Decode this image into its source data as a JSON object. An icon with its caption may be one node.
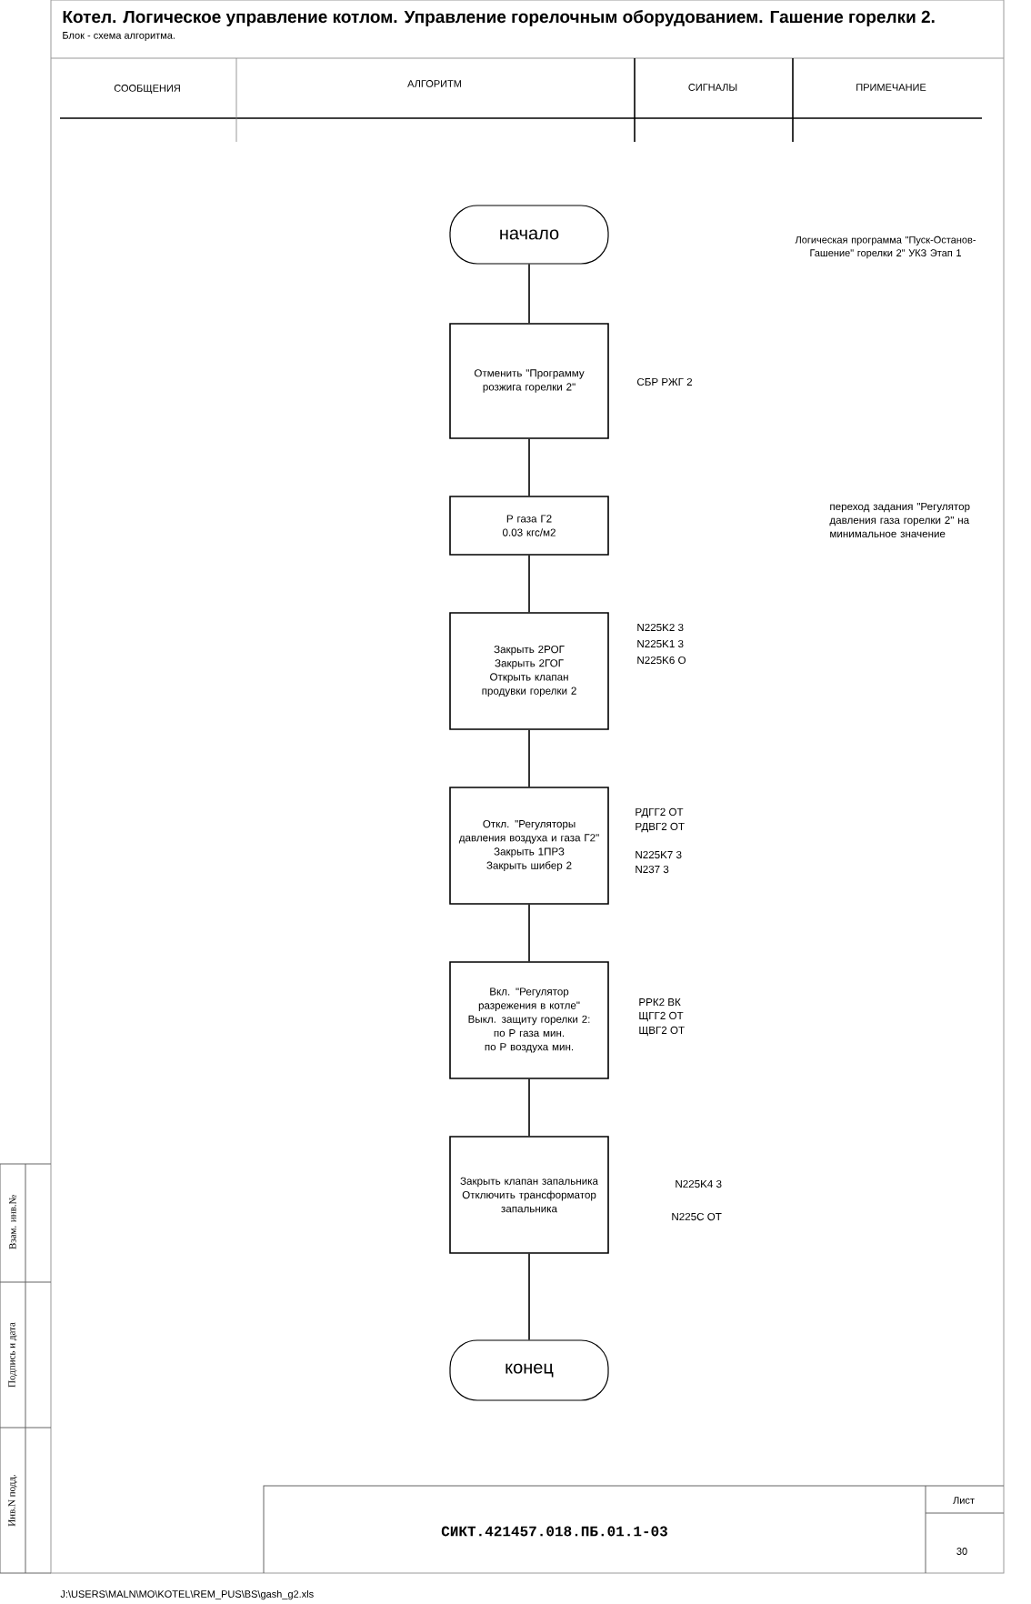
{
  "diagram": {
    "title": "Котел. Логическое управление котлом. Управление горелочным оборудованием.  Гашение горелки 2.",
    "nodes": [
      {
        "text": [
          "начало"
        ]
      },
      {
        "text": [
          "Отменить \"Программу розжига горелки 2\""
        ]
      },
      {
        "text": [
          "Р газа Г2",
          "0.03 кгс/м2"
        ]
      },
      {
        "text": [
          "Закрыть 2РОГ",
          "Закрыть 2ГОГ",
          "Открыть клапан продувки горелки 2"
        ]
      },
      {
        "text": [
          "Откл. \"Регуляторы давления воздуха и газа Г2\"",
          "Закрыть 1ПРЗ",
          "Закрыть шибер 2"
        ]
      },
      {
        "text": [
          "Вкл. \"Регулятор разрежения в котле\"",
          "Выкл. защиту горелки 2:",
          "по Р газа мин.",
          "по Р воздуха мин."
        ]
      },
      {
        "text": [
          "Закрыть клапан запальника",
          "Отключить трансформатор запальника"
        ]
      },
      {
        "text": [
          "конец"
        ]
      }
    ],
    "edges": [
      {
        "from": 0,
        "to": 1,
        "arrow": "none"
      },
      {
        "from": 1,
        "to": 2,
        "arrow": "none"
      },
      {
        "from": 2,
        "to": 3,
        "arrow": "none"
      },
      {
        "from": 3,
        "to": 4,
        "arrow": "none"
      },
      {
        "from": 4,
        "to": 5,
        "arrow": "none"
      },
      {
        "from": 5,
        "to": 6,
        "arrow": "none"
      },
      {
        "from": 6,
        "to": 7,
        "arrow": "none"
      }
    ],
    "labels": [
      "Блок - схема алгоритма.",
      "СООБЩЕНИЯ",
      "АЛГОРИТМ",
      "СИГНАЛЫ",
      "ПРИМЕЧАНИЕ",
      "Логическая программа \"Пуск-Останов-Гашение\" горелки 2\" УКЗ Этап 1",
      "СБР РЖГ 2",
      "переход задания \"Регулятор давления газа горелки 2\" на минимальное значение",
      "N225K2 3",
      "N225K1 3",
      "N225K6 O",
      "РДГГ2 ОТ",
      "РДВГ2 ОТ",
      "N225K7 3",
      "N237 3",
      "РРК2 ВК",
      "ЩГГ2 ОТ",
      "ЩВГ2 ОТ",
      "N225K4 3",
      "N225C OT",
      "Взам. инв.№",
      "Подпись и дата",
      "Инв.N подд.",
      "Лист",
      "СИКТ.421457.018.ПБ.01.1-03",
      "30",
      "J:\\USERS\\MALN\\MO\\KOTEL\\REM_PUS\\BS\\gash_g2.xls"
    ]
  }
}
